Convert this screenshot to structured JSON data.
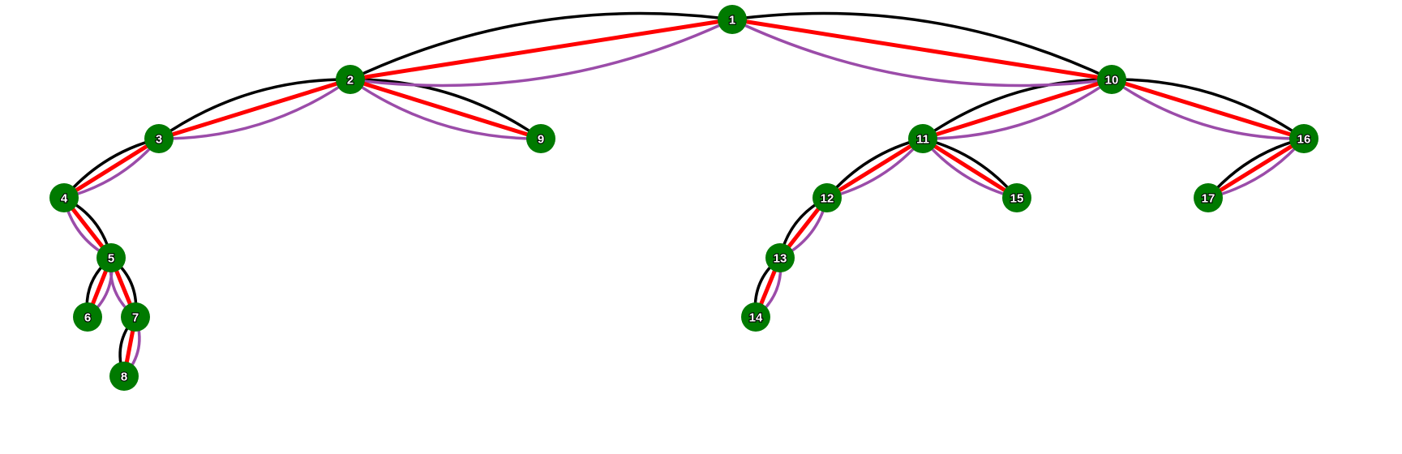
{
  "colors": {
    "background": "#ffffff",
    "node": "#007a00",
    "edge_straight": "#ff0000",
    "edge_curve_upper": "#000000",
    "edge_curve_lower": "#9b4ca9"
  },
  "nodes": [
    {
      "id": "1",
      "label": "1"
    },
    {
      "id": "2",
      "label": "2"
    },
    {
      "id": "3",
      "label": "3"
    },
    {
      "id": "4",
      "label": "4"
    },
    {
      "id": "5",
      "label": "5"
    },
    {
      "id": "6",
      "label": "6"
    },
    {
      "id": "7",
      "label": "7"
    },
    {
      "id": "8",
      "label": "8"
    },
    {
      "id": "9",
      "label": "9"
    },
    {
      "id": "10",
      "label": "10"
    },
    {
      "id": "11",
      "label": "11"
    },
    {
      "id": "12",
      "label": "12"
    },
    {
      "id": "13",
      "label": "13"
    },
    {
      "id": "14",
      "label": "14"
    },
    {
      "id": "15",
      "label": "15"
    },
    {
      "id": "16",
      "label": "16"
    },
    {
      "id": "17",
      "label": "17"
    }
  ],
  "edges": [
    {
      "from": "1",
      "to": "2"
    },
    {
      "from": "1",
      "to": "10"
    },
    {
      "from": "2",
      "to": "3"
    },
    {
      "from": "2",
      "to": "9"
    },
    {
      "from": "3",
      "to": "4"
    },
    {
      "from": "4",
      "to": "5"
    },
    {
      "from": "5",
      "to": "6"
    },
    {
      "from": "5",
      "to": "7"
    },
    {
      "from": "7",
      "to": "8"
    },
    {
      "from": "10",
      "to": "11"
    },
    {
      "from": "10",
      "to": "16"
    },
    {
      "from": "11",
      "to": "12"
    },
    {
      "from": "11",
      "to": "15"
    },
    {
      "from": "12",
      "to": "13"
    },
    {
      "from": "13",
      "to": "14"
    },
    {
      "from": "16",
      "to": "17"
    }
  ]
}
